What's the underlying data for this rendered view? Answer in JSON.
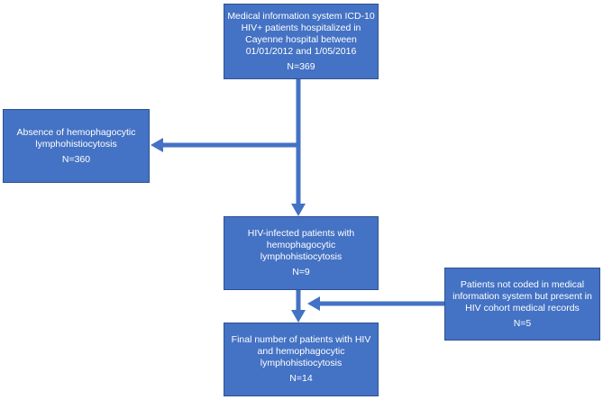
{
  "boxes": {
    "source": {
      "lines": [
        "Medical information system ICD-10",
        "HIV+ patients hospitalized in",
        "Cayenne hospital between",
        "01/01/2012 and 1/05/2016"
      ],
      "count": "N=369"
    },
    "excluded": {
      "lines": [
        "Absence of hemophagocytic",
        "lymphohistiocytosis"
      ],
      "count": "N=360"
    },
    "hlh": {
      "lines": [
        "HIV-infected patients with",
        "hemophagocytic",
        "lymphohistiocytosis"
      ],
      "count": "N=9"
    },
    "added": {
      "lines": [
        "Patients not coded in medical",
        "information system but present in",
        "HIV cohort medical records"
      ],
      "count": "N=5"
    },
    "final": {
      "lines": [
        "Final number of patients with HIV",
        "and hemophagocytic",
        "lymphohistiocytosis"
      ],
      "count": "N=14"
    }
  },
  "colors": {
    "box_fill": "#4472c4",
    "box_border": "#2f528f",
    "arrow": "#4472c4",
    "text": "#ffffff"
  }
}
